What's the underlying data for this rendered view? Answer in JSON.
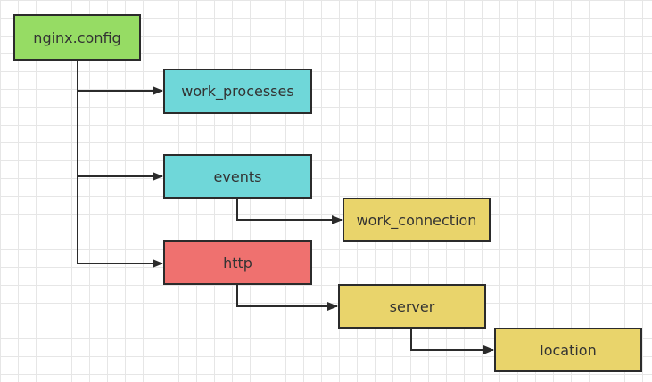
{
  "colors": {
    "root": "#96dc64",
    "cyan": "#6fd7d9",
    "red": "#ef716f",
    "yellow": "#e9d46b",
    "line": "#2b2b2b"
  },
  "nodes": {
    "root": {
      "label": "nginx.config",
      "color": "root"
    },
    "work_processes": {
      "label": "work_processes",
      "color": "cyan"
    },
    "events": {
      "label": "events",
      "color": "cyan"
    },
    "work_connection": {
      "label": "work_connection",
      "color": "yellow"
    },
    "http": {
      "label": "http",
      "color": "red"
    },
    "server": {
      "label": "server",
      "color": "yellow"
    },
    "location": {
      "label": "location",
      "color": "yellow"
    }
  },
  "edges": [
    {
      "from": "root",
      "to": "work_processes"
    },
    {
      "from": "root",
      "to": "events"
    },
    {
      "from": "root",
      "to": "http"
    },
    {
      "from": "events",
      "to": "work_connection"
    },
    {
      "from": "http",
      "to": "server"
    },
    {
      "from": "server",
      "to": "location"
    }
  ]
}
